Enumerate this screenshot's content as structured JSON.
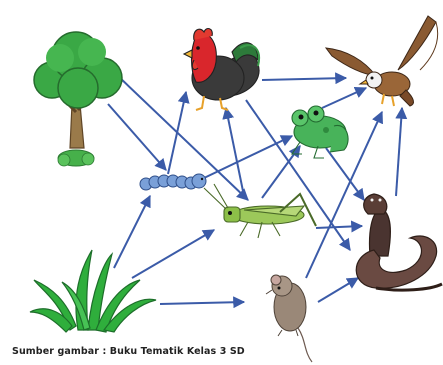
{
  "caption": "Sumber gambar : Buku Tematik Kelas 3 SD",
  "colors": {
    "arrow": "#3b5ba8",
    "leaf": "#3aa845",
    "trunk": "#9a7a4a",
    "rooster_red": "#d9262c",
    "rooster_body": "#3a3a3a",
    "eagle": "#8a5a32",
    "frog": "#48b35a",
    "snake": "#6a4a42",
    "grasshopper": "#9cc85a",
    "caterpillar": "#7aa0d8",
    "mouse": "#9a8878"
  },
  "organisms": [
    {
      "id": "tree",
      "icon": "tree-icon"
    },
    {
      "id": "grass",
      "icon": "grass-icon"
    },
    {
      "id": "caterpillar",
      "icon": "caterpillar-icon"
    },
    {
      "id": "grasshopper",
      "icon": "grasshopper-icon"
    },
    {
      "id": "mouse",
      "icon": "mouse-icon"
    },
    {
      "id": "rooster",
      "icon": "rooster-icon"
    },
    {
      "id": "frog",
      "icon": "frog-icon"
    },
    {
      "id": "eagle",
      "icon": "eagle-icon"
    },
    {
      "id": "snake",
      "icon": "cobra-icon"
    }
  ],
  "links": [
    {
      "from": "tree",
      "to": "caterpillar"
    },
    {
      "from": "tree",
      "to": "grasshopper"
    },
    {
      "from": "grass",
      "to": "caterpillar"
    },
    {
      "from": "grass",
      "to": "grasshopper"
    },
    {
      "from": "grass",
      "to": "mouse"
    },
    {
      "from": "caterpillar",
      "to": "rooster"
    },
    {
      "from": "caterpillar",
      "to": "frog"
    },
    {
      "from": "grasshopper",
      "to": "rooster"
    },
    {
      "from": "grasshopper",
      "to": "frog"
    },
    {
      "from": "grasshopper",
      "to": "snake"
    },
    {
      "from": "rooster",
      "to": "eagle"
    },
    {
      "from": "rooster",
      "to": "snake"
    },
    {
      "from": "frog",
      "to": "eagle"
    },
    {
      "from": "frog",
      "to": "snake"
    },
    {
      "from": "mouse",
      "to": "eagle"
    },
    {
      "from": "mouse",
      "to": "snake"
    },
    {
      "from": "snake",
      "to": "eagle"
    }
  ]
}
